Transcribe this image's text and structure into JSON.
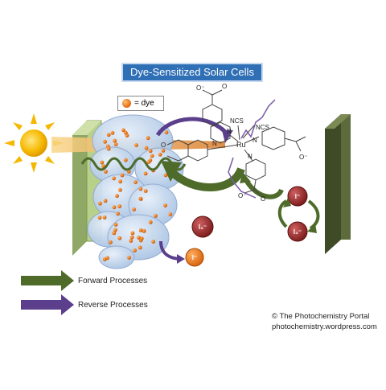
{
  "title": "Dye-Sensitized Solar Cells",
  "legend": {
    "dye_label": "= dye",
    "forward": "Forward Processes",
    "reverse": "Reverse Processes"
  },
  "molecule": {
    "ncs_1": "NCS",
    "ncs_2": "NCS",
    "metal": "Ru",
    "n_1": "N",
    "n_2": "N",
    "n_3": "N",
    "n_4": "N",
    "o_1": "O",
    "o_2": "O",
    "o_3": "O",
    "o_minus_1": "O⁻",
    "o_minus_2": "O⁻",
    "o_minus_3": "O⁻"
  },
  "ions": {
    "iodide_top": "I⁻",
    "triiodide_right": "I₃⁻",
    "triiodide_left": "I₃⁻",
    "iodide_bottom": "I⁻"
  },
  "credit": {
    "line1": "© The Photochemistry Portal",
    "line2": "photochemistry.wordpress.com"
  },
  "colors": {
    "forward_arrow": "#4e6b2a",
    "reverse_arrow": "#5b3f8c",
    "electrode_left": "#b9d08b",
    "electrode_right": "#5d6b3c",
    "tio2_cluster": "#b8cfe8",
    "dye": "#e8731a",
    "ion": "#9e2a2a",
    "sun": "#f5b800"
  }
}
